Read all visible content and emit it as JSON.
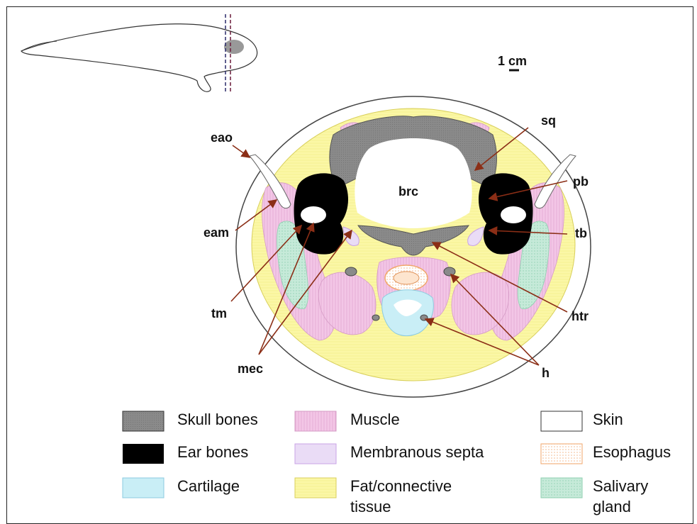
{
  "scale_bar": {
    "text": "1 cm"
  },
  "labels": {
    "brc": "brc",
    "sq": "sq",
    "pb": "pb",
    "tb": "tb",
    "htr": "htr",
    "h": "h",
    "eao": "eao",
    "eam": "eam",
    "tm": "tm",
    "mec": "mec"
  },
  "legend": [
    {
      "label": "Skull bones",
      "color": "#8a8a8a"
    },
    {
      "label": "Muscle",
      "color": "#f3c6e6"
    },
    {
      "label": "Skin",
      "color": "#ffffff"
    },
    {
      "label": "Ear bones",
      "color": "#000000"
    },
    {
      "label": "Membranous septa",
      "color": "#eadcf6"
    },
    {
      "label": "Esophagus",
      "color": "#fde5cf"
    },
    {
      "label": "Cartilage",
      "color": "#c9eef6"
    },
    {
      "label": "Fat/connective",
      "label2": "tissue",
      "color": "#fbf7a6"
    },
    {
      "label": "Salivary",
      "label2": "gland",
      "color": "#c6ead9"
    }
  ],
  "colors": {
    "arrow": "#8b2e16",
    "skin": "#ffffff",
    "fat": "#fbf7a6",
    "muscle": "#f3c6e6",
    "skull": "#8a8a8a",
    "ear": "#000000",
    "cartilage": "#c9eef6",
    "esophagus": "#fde5cf",
    "salivary": "#c6ead9",
    "septa": "#eadcf6"
  }
}
